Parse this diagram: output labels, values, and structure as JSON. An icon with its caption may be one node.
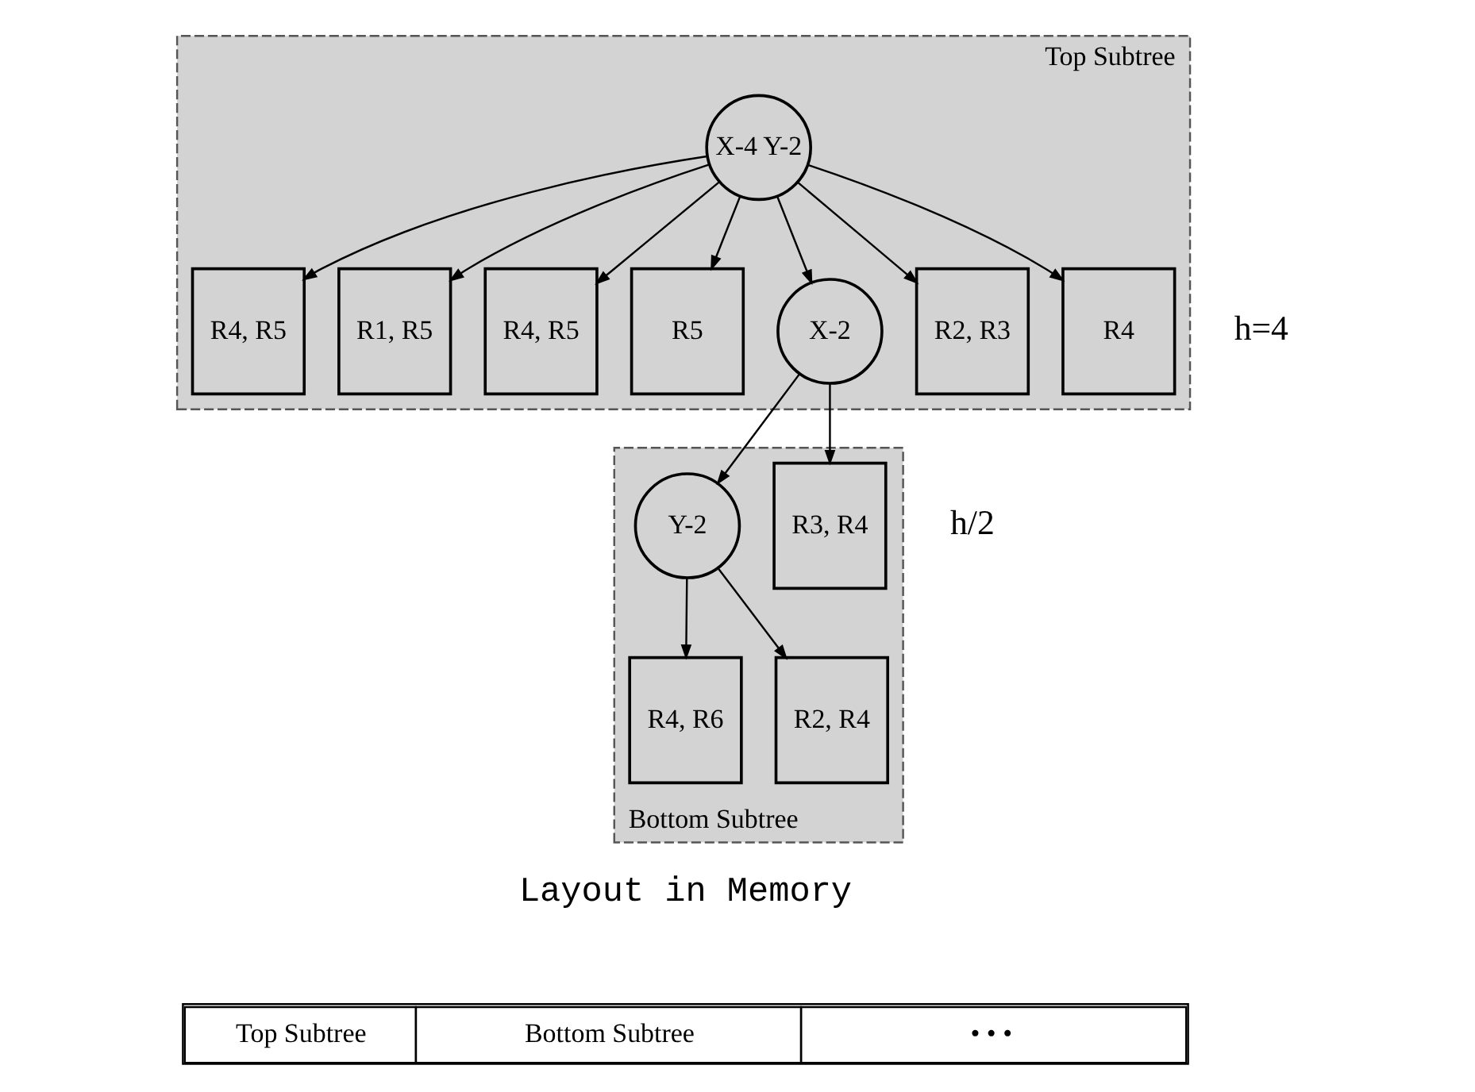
{
  "diagram": {
    "nodes": [
      {
        "text": [
          "Top Subtree"
        ]
      },
      {
        "text": [
          "X-4 Y-2"
        ],
        "in": 0
      },
      {
        "text": [
          "R4, R5"
        ],
        "in": 0
      },
      {
        "text": [
          "R1, R5"
        ],
        "in": 0
      },
      {
        "text": [
          "R4, R5"
        ],
        "in": 0
      },
      {
        "text": [
          "R5"
        ],
        "in": 0
      },
      {
        "text": [
          "X-2"
        ],
        "in": 0
      },
      {
        "text": [
          "R2, R3"
        ],
        "in": 0
      },
      {
        "text": [
          "R4"
        ],
        "in": 0
      },
      {
        "text": [
          "Bottom Subtree"
        ]
      },
      {
        "text": [
          "R3, R4"
        ],
        "in": 9
      },
      {
        "text": [
          "Y-2"
        ],
        "in": 9
      },
      {
        "text": [
          "R4, R6"
        ],
        "in": 9
      },
      {
        "text": [
          "R2, R4"
        ],
        "in": 9
      }
    ],
    "edges": [
      {
        "from": 1,
        "to": 2,
        "arrow": "to"
      },
      {
        "from": 1,
        "to": 3,
        "arrow": "to"
      },
      {
        "from": 1,
        "to": 4,
        "arrow": "to"
      },
      {
        "from": 1,
        "to": 5,
        "arrow": "to"
      },
      {
        "from": 1,
        "to": 6,
        "arrow": "to"
      },
      {
        "from": 1,
        "to": 7,
        "arrow": "to"
      },
      {
        "from": 1,
        "to": 8,
        "arrow": "to"
      },
      {
        "from": 6,
        "to": 10,
        "arrow": "to"
      },
      {
        "from": 6,
        "to": 11,
        "arrow": "to"
      },
      {
        "from": 11,
        "to": 12,
        "arrow": "to"
      },
      {
        "from": 11,
        "to": 13,
        "arrow": "to"
      }
    ],
    "labels": [
      "h=4",
      "h/2",
      "Layout in Memory",
      "Top Subtree",
      "Bottom Subtree",
      "• • •"
    ]
  }
}
